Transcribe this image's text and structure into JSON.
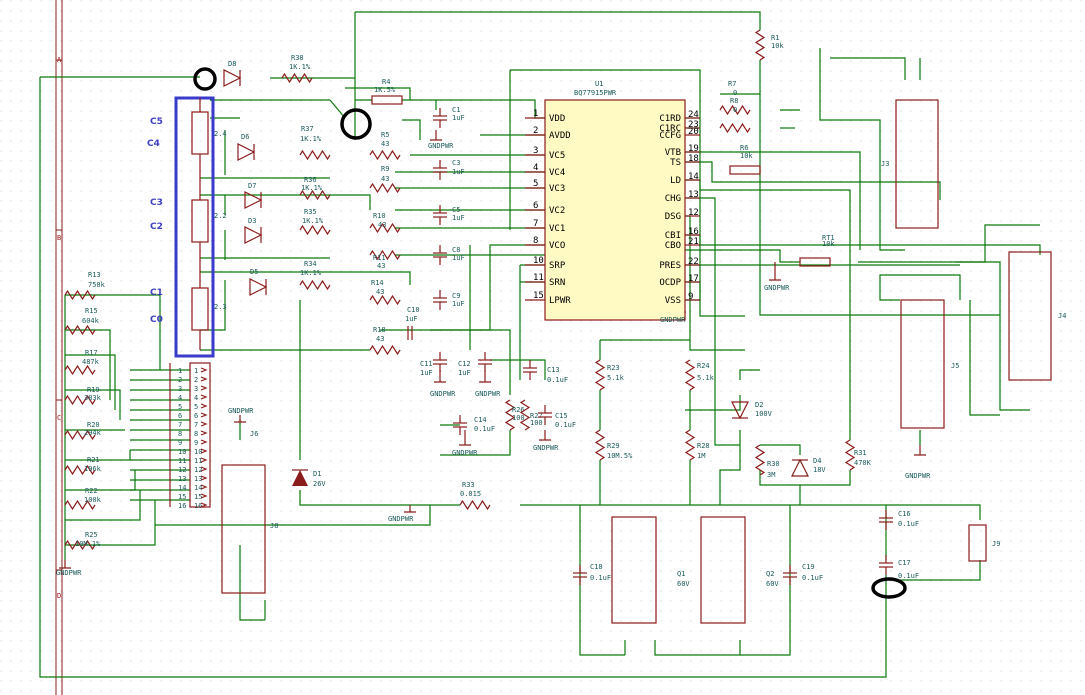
{
  "border": {
    "row_labels": [
      "A",
      "B",
      "C",
      "D"
    ]
  },
  "ic": {
    "ref": "U1",
    "value": "BQ77915PWR",
    "left_pins": [
      {
        "num": "1",
        "name": "VDD"
      },
      {
        "num": "2",
        "name": "AVDD"
      },
      {
        "num": "3",
        "name": "VC5"
      },
      {
        "num": "4",
        "name": "VC4"
      },
      {
        "num": "5",
        "name": "VC3"
      },
      {
        "num": "6",
        "name": "VC2"
      },
      {
        "num": "7",
        "name": "VC1"
      },
      {
        "num": "8",
        "name": "VCO"
      },
      {
        "num": "10",
        "name": "SRP"
      },
      {
        "num": "11",
        "name": "SRN"
      },
      {
        "num": "15",
        "name": "LPWR"
      }
    ],
    "right_pins": [
      {
        "num": "24",
        "name": "C1RD"
      },
      {
        "num": "23",
        "name": "C1RC"
      },
      {
        "num": "20",
        "name": "CCFG"
      },
      {
        "num": "19",
        "name": "VTB"
      },
      {
        "num": "18",
        "name": "TS"
      },
      {
        "num": "14",
        "name": "LD"
      },
      {
        "num": "13",
        "name": "CHG"
      },
      {
        "num": "12",
        "name": "DSG"
      },
      {
        "num": "16",
        "name": "CBI"
      },
      {
        "num": "21",
        "name": "CBO"
      },
      {
        "num": "22",
        "name": "PRES"
      },
      {
        "num": "17",
        "name": "OCDP"
      },
      {
        "num": "9",
        "name": "VSS"
      }
    ]
  },
  "cell_labels": [
    "C5",
    "C4",
    "C3",
    "C2",
    "C1",
    "C0"
  ],
  "resistors": [
    {
      "ref": "R38",
      "value": "1K.1%"
    },
    {
      "ref": "R4",
      "value": "1K.5%"
    },
    {
      "ref": "R37",
      "value": "1K.1%"
    },
    {
      "ref": "R5",
      "value": "43"
    },
    {
      "ref": "R9",
      "value": "43"
    },
    {
      "ref": "R36",
      "value": "1K.1%"
    },
    {
      "ref": "R35",
      "value": "1K.1%"
    },
    {
      "ref": "R10",
      "value": "43"
    },
    {
      "ref": "R11",
      "value": "43"
    },
    {
      "ref": "R34",
      "value": "1K.1%"
    },
    {
      "ref": "R14",
      "value": "43"
    },
    {
      "ref": "R18",
      "value": "43"
    },
    {
      "ref": "R13",
      "value": "750k"
    },
    {
      "ref": "R15",
      "value": "604k"
    },
    {
      "ref": "R17",
      "value": "487k"
    },
    {
      "ref": "R19",
      "value": "383k"
    },
    {
      "ref": "R20",
      "value": "294k"
    },
    {
      "ref": "R21",
      "value": "196k"
    },
    {
      "ref": "R22",
      "value": "100k"
    },
    {
      "ref": "R25",
      "value": "10M.1%"
    },
    {
      "ref": "R7",
      "value": "0"
    },
    {
      "ref": "R8",
      "value": "0"
    },
    {
      "ref": "R6",
      "value": "10k"
    },
    {
      "ref": "R1",
      "value": "10k"
    },
    {
      "ref": "RT1",
      "value": "10k"
    },
    {
      "ref": "R23",
      "value": "5.1k"
    },
    {
      "ref": "R24",
      "value": "5.1k"
    },
    {
      "ref": "R29",
      "value": "10M.5%"
    },
    {
      "ref": "R28",
      "value": "1M"
    },
    {
      "ref": "R30",
      "value": "3M"
    },
    {
      "ref": "R31",
      "value": "470K"
    },
    {
      "ref": "R33",
      "value": "0.015"
    },
    {
      "ref": "R26",
      "value": "100"
    },
    {
      "ref": "R27",
      "value": "100"
    }
  ],
  "capacitors": [
    {
      "ref": "C1",
      "value": "1uF"
    },
    {
      "ref": "C3",
      "value": "1uF"
    },
    {
      "ref": "C5",
      "value": "1uF"
    },
    {
      "ref": "C8",
      "value": "1uF"
    },
    {
      "ref": "C9",
      "value": "1uF"
    },
    {
      "ref": "C10",
      "value": "1uF"
    },
    {
      "ref": "C11",
      "value": "1uF"
    },
    {
      "ref": "C12",
      "value": "1uF"
    },
    {
      "ref": "C13",
      "value": "0.1uF"
    },
    {
      "ref": "C14",
      "value": "0.1uF"
    },
    {
      "ref": "C15",
      "value": "0.1uF"
    },
    {
      "ref": "C16",
      "value": "0.1uF"
    },
    {
      "ref": "C17",
      "value": "0.1uF"
    },
    {
      "ref": "C18",
      "value": "0.1uF"
    },
    {
      "ref": "C19",
      "value": "0.1uF"
    }
  ],
  "diodes": [
    {
      "ref": "D8"
    },
    {
      "ref": "D6"
    },
    {
      "ref": "D7"
    },
    {
      "ref": "D3"
    },
    {
      "ref": "D5"
    },
    {
      "ref": "D1",
      "value": "26V"
    },
    {
      "ref": "D2",
      "value": "100V"
    },
    {
      "ref": "D4",
      "value": "18V"
    }
  ],
  "connectors": [
    {
      "ref": "J3"
    },
    {
      "ref": "J4"
    },
    {
      "ref": "J5"
    },
    {
      "ref": "J6"
    },
    {
      "ref": "J8"
    },
    {
      "ref": "J9"
    }
  ],
  "mosfets": [
    {
      "ref": "Q1",
      "value": "60V"
    },
    {
      "ref": "Q2",
      "value": "60V"
    }
  ],
  "power_label": "GNDPWR",
  "jumper_labels": [
    "2.4",
    "2.2",
    "2.3"
  ],
  "header_pins": [
    "1",
    "2",
    "3",
    "4",
    "5",
    "6",
    "7",
    "8",
    "9",
    "10",
    "11",
    "12",
    "13",
    "14",
    "15",
    "16"
  ]
}
